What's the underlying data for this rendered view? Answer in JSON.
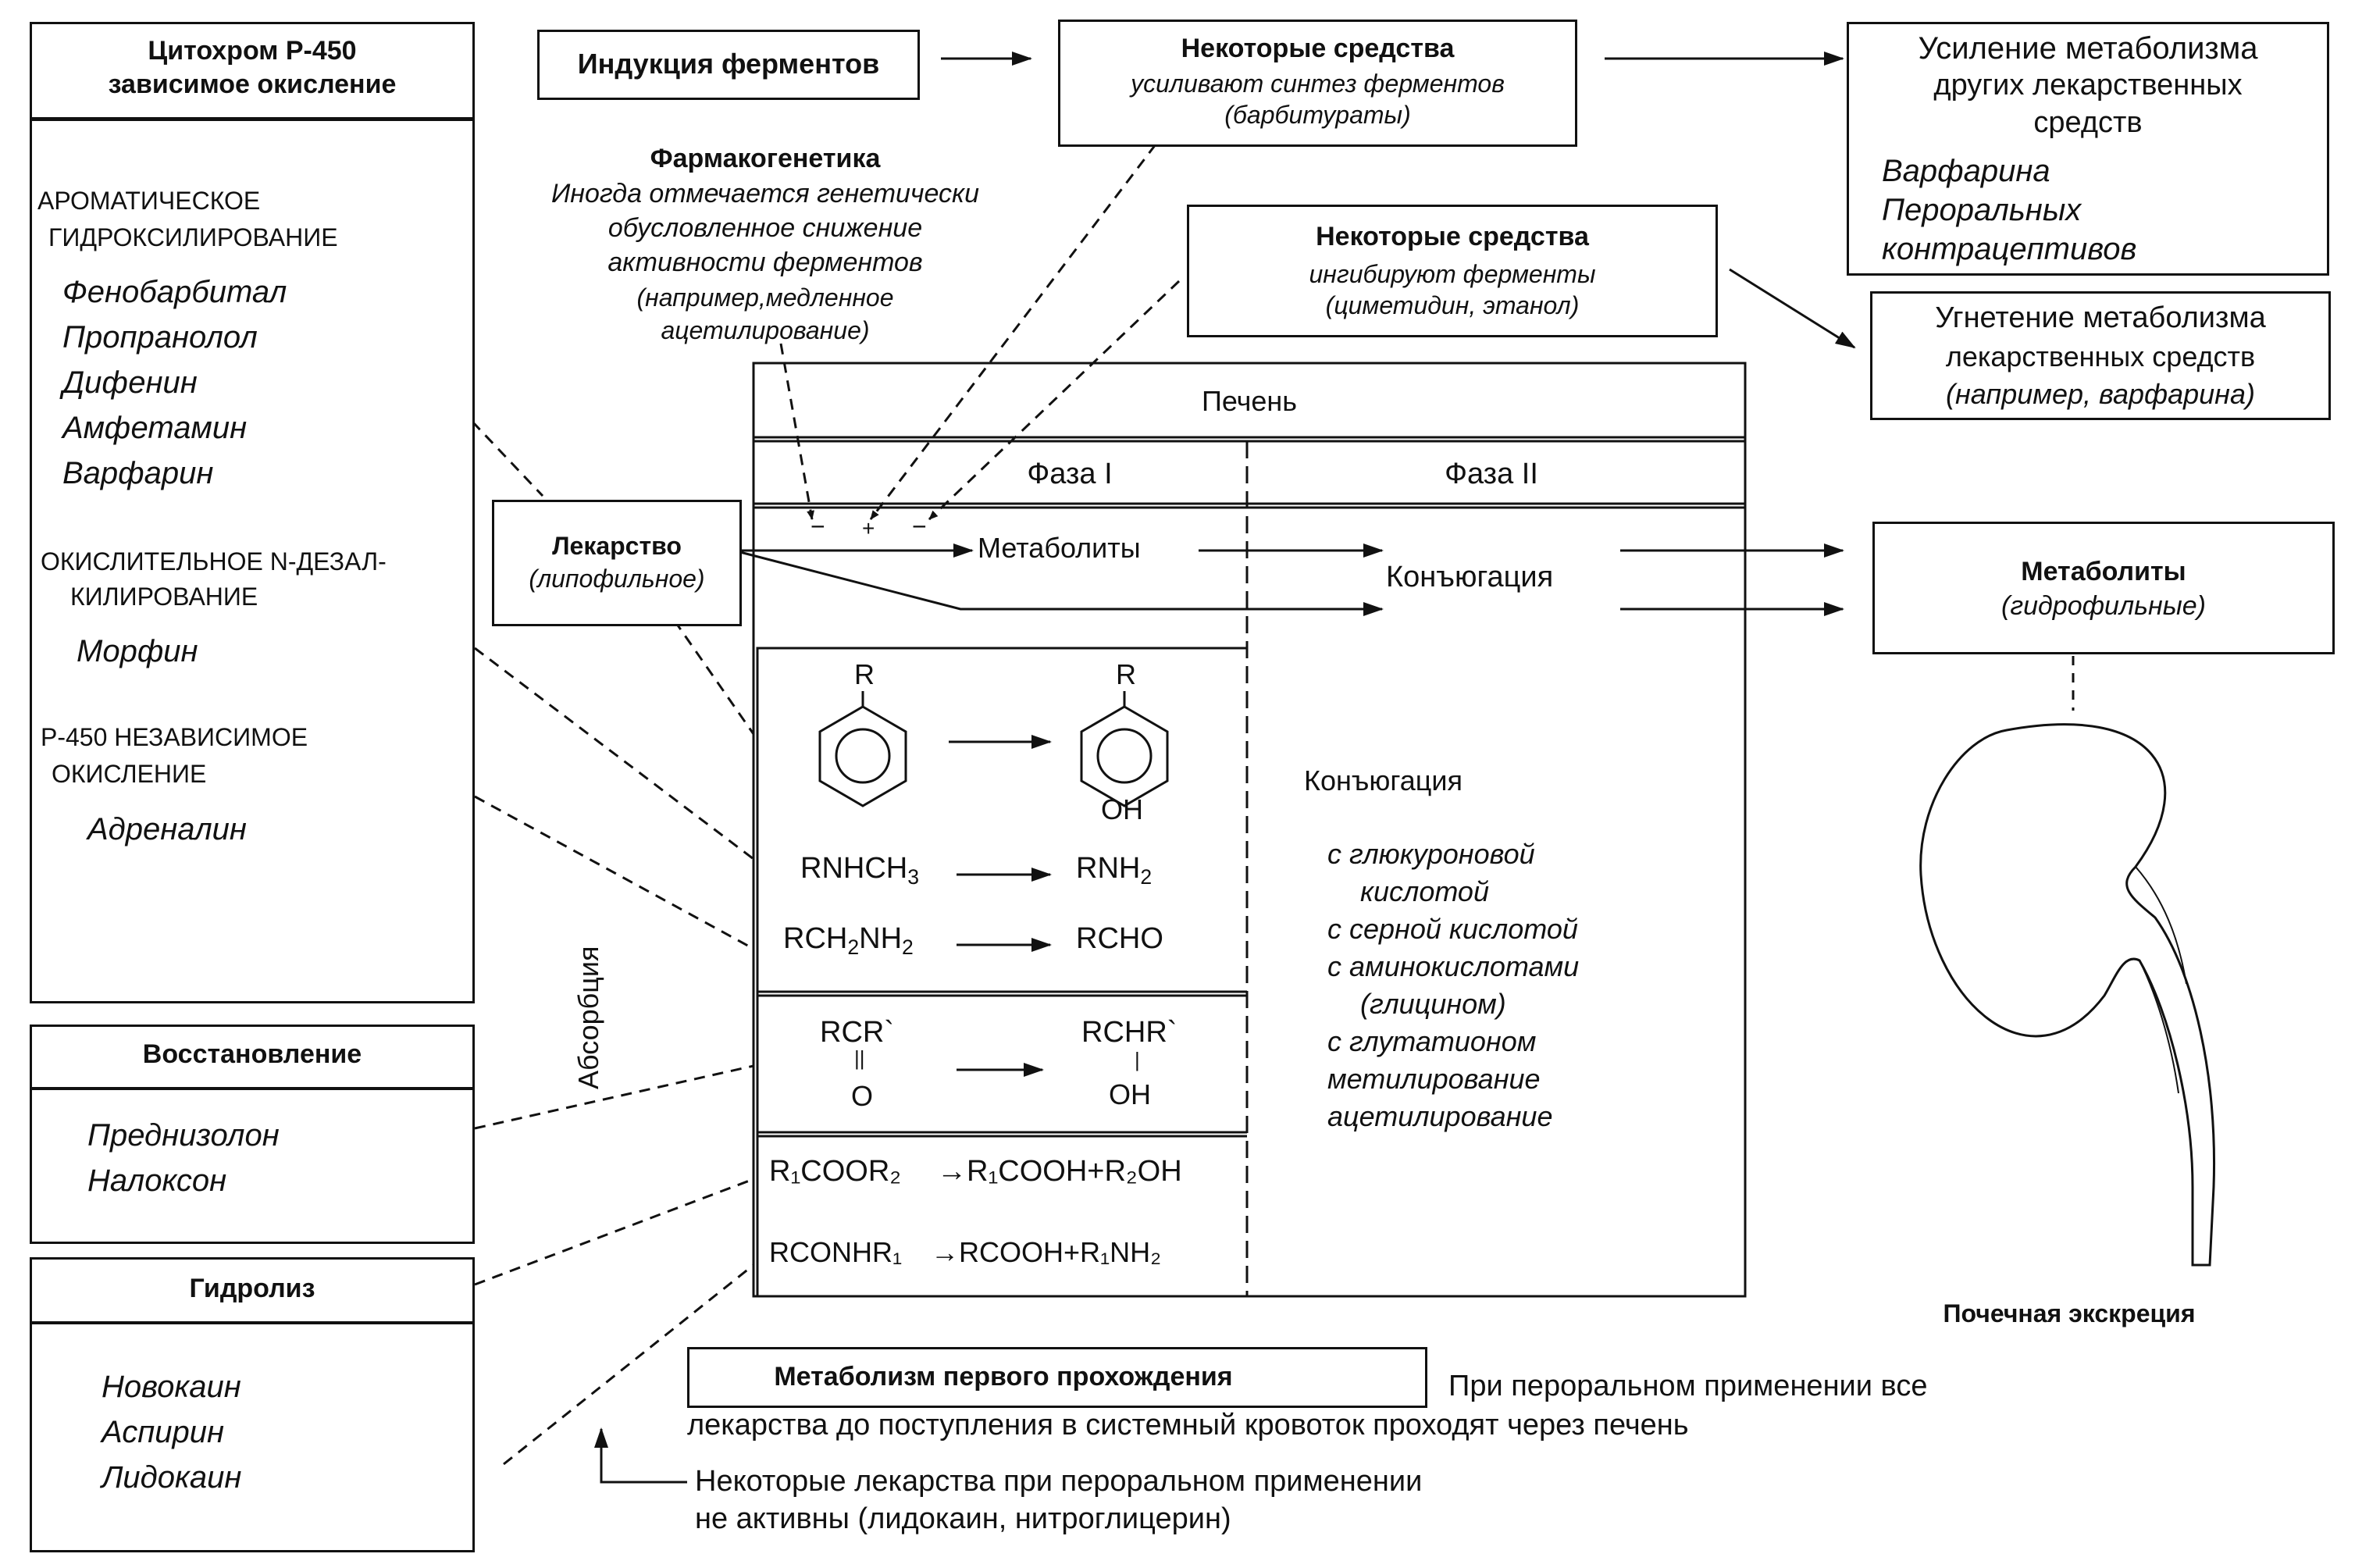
{
  "cyp": {
    "title_l1": "Цитохром Р-450",
    "title_l2": "зависимое окисление",
    "h1_l1": "АРОМАТИЧЕСКОЕ",
    "h1_l2": "ГИДРОКСИЛИРОВАНИЕ",
    "drugs1": [
      "Фенобарбитал",
      "Пропранолол",
      "Дифенин",
      "Амфетамин",
      "Варфарин"
    ],
    "h2_l1": "ОКИСЛИТЕЛЬНОЕ N-ДЕЗАЛ-",
    "h2_l2": "КИЛИРОВАНИЕ",
    "drugs2": [
      "Морфин"
    ],
    "h3_l1": "Р-450 НЕЗАВИСИМОЕ",
    "h3_l2": "ОКИСЛЕНИЕ",
    "drugs3": [
      "Адреналин"
    ]
  },
  "reduction": {
    "title": "Восстановление",
    "drugs": [
      "Преднизолон",
      "Налоксон"
    ]
  },
  "hydrolysis": {
    "title": "Гидролиз",
    "drugs": [
      "Новокаин",
      "Аспирин",
      "Лидокаин"
    ]
  },
  "induction": {
    "label": "Индукция ферментов"
  },
  "inducers": {
    "title": "Некоторые средства",
    "l2": "усиливают синтез ферментов",
    "l3": "(барбитураты)"
  },
  "enhance": {
    "l1": "Усиление метаболизма",
    "l2": "других лекарственных",
    "l3": "средств",
    "drugs": [
      "Варфарина",
      "Перорaльных",
      "контрацептивов"
    ]
  },
  "pharmacogenetics": {
    "title": "Фармакогенетика",
    "lines": [
      "Иногда отмечается генетически",
      "обусловленное снижение",
      "активности ферментов",
      "(например,медленное",
      "ацетилирование)"
    ]
  },
  "inhibitors": {
    "title": "Некоторые средства",
    "l2": "ингибируют ферменты",
    "l3": "(циметидин, этанол)"
  },
  "suppress": {
    "l1": "Угнетение метаболизма",
    "l2": "лекарственных средств",
    "l3": "(например, варфарина)"
  },
  "liver": {
    "title": "Печень",
    "phase1": "Фаза I",
    "phase2": "Фаза II",
    "signs": [
      "−",
      "+",
      "−"
    ],
    "metabolites": "Метаболиты",
    "conjugation": "Конъюгация"
  },
  "drug": {
    "title": "Лекарство",
    "sub": "(липофильное)"
  },
  "metabolites_out": {
    "title": "Метаболиты",
    "sub": "(гидрофильные)"
  },
  "reactions": {
    "r_label": "R",
    "oh_label": "OH",
    "rnhch3": "RNHCH",
    "rnhch3_sub": "3",
    "rnh2": "RNH",
    "rnh2_sub": "2",
    "rch2nh2_a": "RCH",
    "rch2nh2_s1": "2",
    "rch2nh2_b": "NH",
    "rch2nh2_s2": "2",
    "rcho": "RCHO",
    "rcr": "RCR`",
    "dbl": "||",
    "o": "O",
    "rchr": "RCHR`",
    "single": "|",
    "oh2": "OH",
    "ester": "R₁COOR₂",
    "ester_prod": "→R₁COOH+R₂OH",
    "amide": "RCONHR₁",
    "amide_prod": "→RCOOH+R₁NH₂"
  },
  "phase2_conj": {
    "title": "Конъюгация",
    "lines": [
      "с глюкуроновой",
      "кислотой",
      "с серной кислотой",
      "с аминокислотами",
      "(глицином)",
      "с глутатионом",
      "метилирование",
      "ацетилирование"
    ]
  },
  "absorption": "Абсорбция",
  "kidney_label": "Почечная экскреция",
  "first_pass": {
    "title": "Метаболизм первого прохождения",
    "l1": "При пероральном применении все",
    "l2": "лекарства до поступления в системный кровоток проходят через печень",
    "l3": "Некоторые лекарства при пероральном применении",
    "l4": "не активны (лидокаин, нитроглицерин)"
  }
}
